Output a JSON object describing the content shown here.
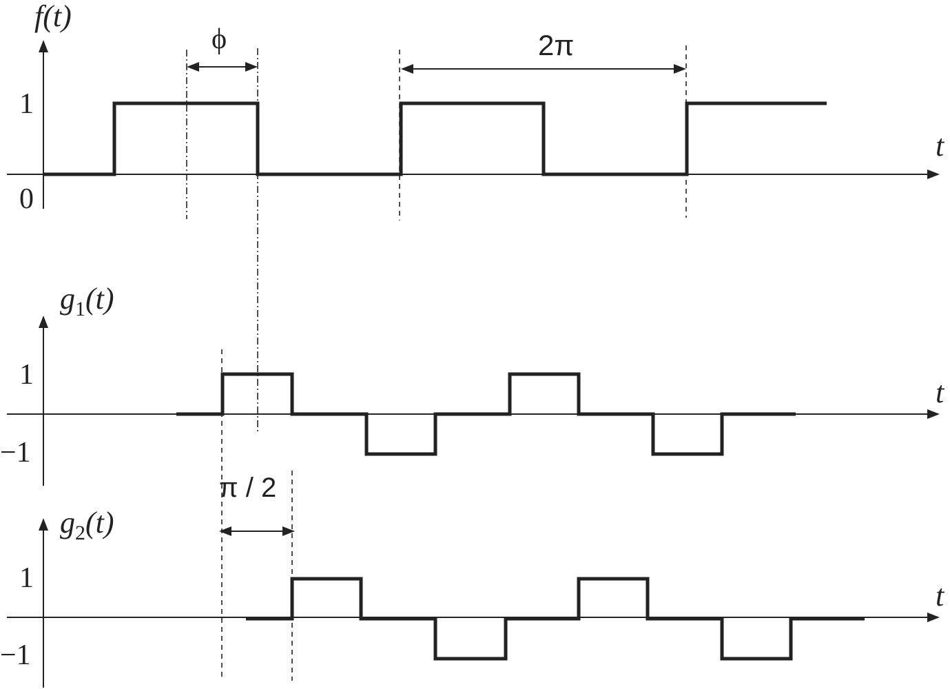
{
  "labels": {
    "f_func": "f",
    "f_arg": "(t)",
    "g1_func": "g",
    "g1_sub": "1",
    "g1_arg": "(t)",
    "g2_func": "g",
    "g2_sub": "2",
    "g2_arg": "(t)",
    "t_axis": "t",
    "one": "1",
    "zero": "0",
    "minus_one": "−1",
    "phi": "ϕ",
    "two_pi": "2π",
    "pi_over_2": "π / 2"
  },
  "signals": {
    "f": {
      "levels": [
        0,
        1
      ],
      "period": "2π",
      "phase_shift": "ϕ"
    },
    "g1": {
      "levels": [
        -1,
        0,
        1
      ]
    },
    "g2": {
      "levels": [
        -1,
        0,
        1
      ],
      "shift_from_g1": "π / 2"
    }
  }
}
